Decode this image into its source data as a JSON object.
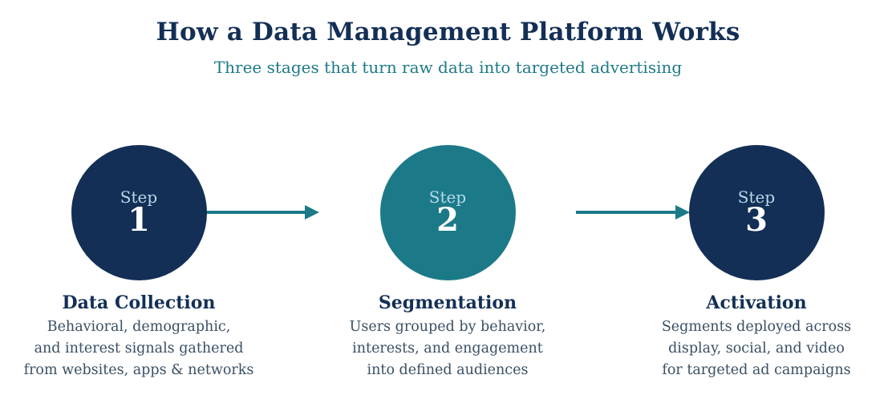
{
  "header": {
    "title": "How a Data Management Platform Works",
    "subtitle": "Three stages that turn raw data into targeted advertising"
  },
  "colors": {
    "navy": "#132f56",
    "teal": "#1c7a88",
    "step_label": "#b6d9ea",
    "body_text": "#3a4f63"
  },
  "steps": [
    {
      "label": "Step",
      "number": "1",
      "name": "Data Collection",
      "description": [
        "Behavioral, demographic,",
        "and interest signals gathered",
        "from websites, apps & networks"
      ]
    },
    {
      "label": "Step",
      "number": "2",
      "name": "Segmentation",
      "description": [
        "Users grouped by behavior,",
        "interests, and engagement",
        "into defined audiences"
      ]
    },
    {
      "label": "Step",
      "number": "3",
      "name": "Activation",
      "description": [
        "Segments deployed across",
        "display, social, and video",
        "for targeted ad campaigns"
      ]
    }
  ]
}
